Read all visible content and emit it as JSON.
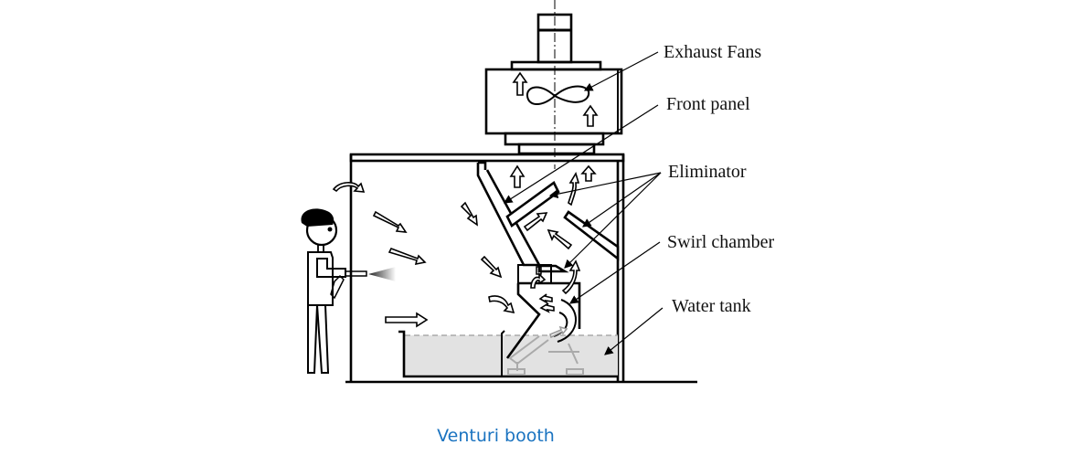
{
  "diagram": {
    "caption": "Venturi booth",
    "labels": {
      "exhaust_fans": "Exhaust Fans",
      "front_panel": "Front panel",
      "eliminator": "Eliminator",
      "swirl_chamber": "Swirl chamber",
      "water_tank": "Water tank"
    },
    "colors": {
      "caption": "#1a73c0",
      "water": "#e2e2e2",
      "line": "#000000"
    }
  }
}
